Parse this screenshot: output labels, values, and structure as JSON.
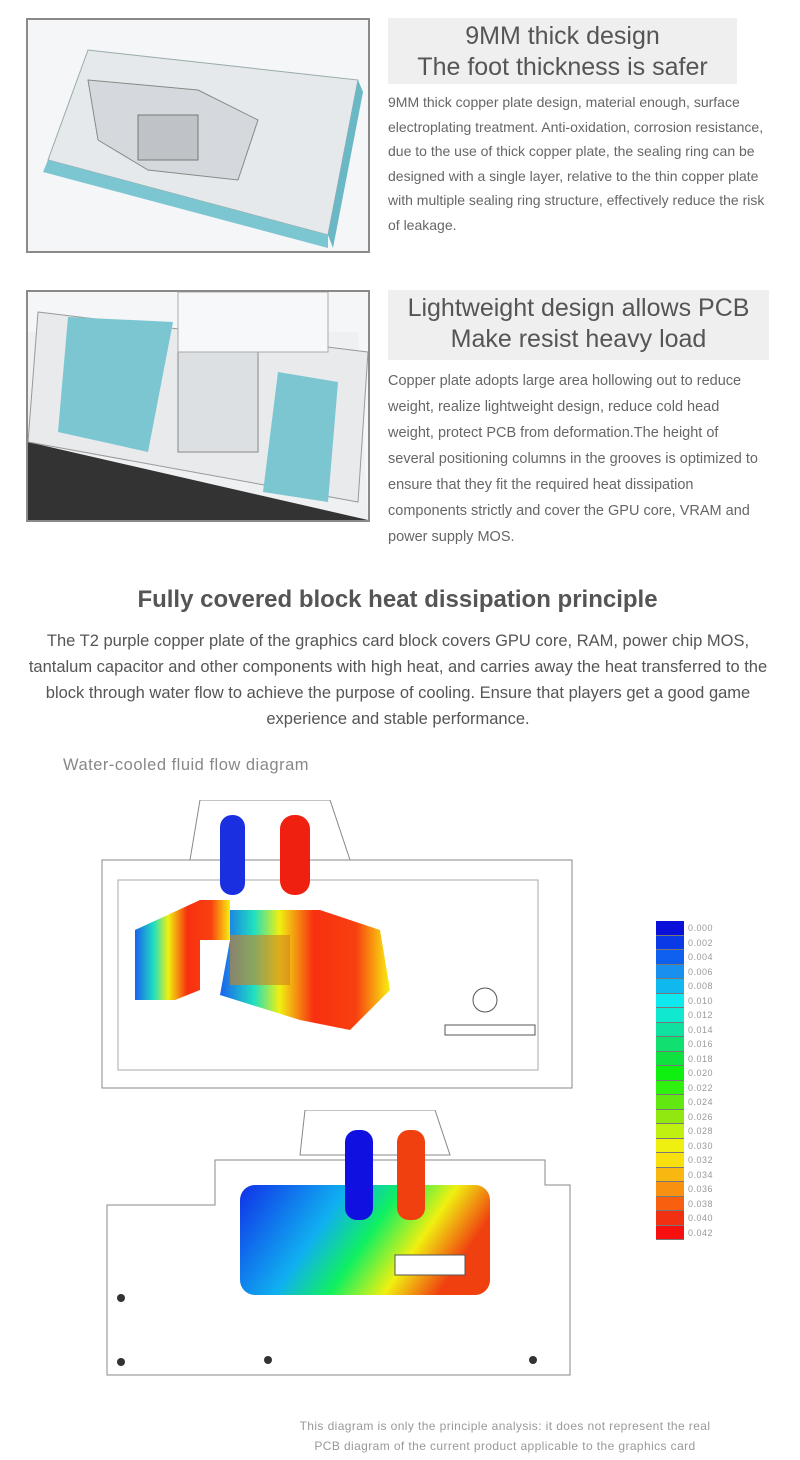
{
  "section1": {
    "title_line1": "9MM thick design",
    "title_line2": "The foot thickness is safer",
    "body": "9MM thick copper plate design, material enough, surface electroplating treatment. Anti-oxidation, corrosion resistance, due to the use of thick copper plate, the sealing ring can be designed with a single layer, relative to the thin copper plate with multiple sealing ring structure, effectively reduce the risk of leakage."
  },
  "section2": {
    "title_line1": "Lightweight design allows PCB",
    "title_line2": "Make resist heavy load",
    "body": "Copper plate adopts large area hollowing out to reduce weight, realize lightweight design, reduce cold head weight, protect PCB from deformation.The height of several positioning columns in the grooves is optimized to ensure that they fit the required heat dissipation components strictly and cover the GPU core, VRAM and power supply MOS."
  },
  "principle": {
    "heading": "Fully covered block heat dissipation principle",
    "body": "The T2 purple copper plate of the graphics card block covers GPU core, RAM, power chip MOS, tantalum capacitor and other components with high heat, and carries away the heat transferred to the block through water flow to achieve the purpose of cooling. Ensure that players get a good game experience and stable performance."
  },
  "diagram": {
    "caption": "Water-cooled fluid flow diagram",
    "legend_values": [
      "0.000",
      "0.002",
      "0.004",
      "0.006",
      "0.008",
      "0.010",
      "0.012",
      "0.014",
      "0.016",
      "0.018",
      "0.020",
      "0.022",
      "0.024",
      "0.026",
      "0.028",
      "0.030",
      "0.032",
      "0.034",
      "0.036",
      "0.038",
      "0.040",
      "0.042"
    ],
    "legend_colors": [
      "#0a10d8",
      "#0a3ae8",
      "#1060f0",
      "#1890f0",
      "#10b8f0",
      "#10e8f0",
      "#10e8d0",
      "#10e0a0",
      "#10e070",
      "#10e040",
      "#10f010",
      "#30f010",
      "#60e810",
      "#90e810",
      "#c0f010",
      "#f0f010",
      "#f8e010",
      "#f8b810",
      "#f89010",
      "#f86010",
      "#f03010",
      "#f81010"
    ],
    "note_line1": "This diagram is only the principle analysis: it does not represent the real",
    "note_line2": "PCB diagram of the current product applicable to the graphics card"
  }
}
